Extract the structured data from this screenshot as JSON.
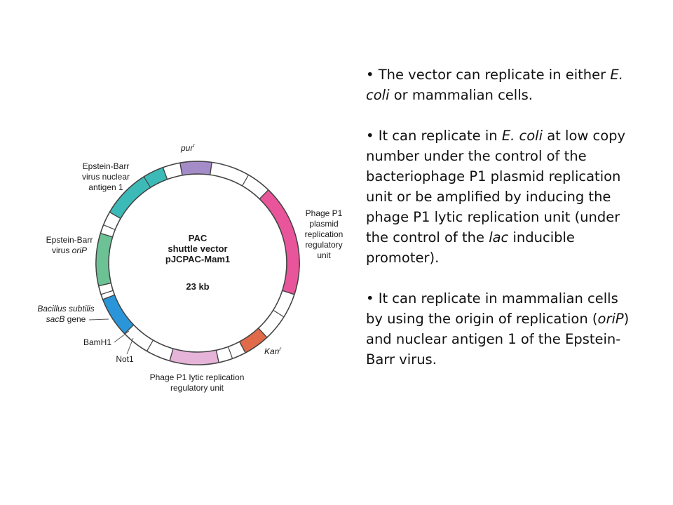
{
  "diagram": {
    "title_lines": [
      "PAC",
      "shuttle vector",
      "pJCPAC-Mam1"
    ],
    "size": "23 kb",
    "labels": {
      "pur": "pur",
      "pur_sup": "r",
      "phage_p1_plasmid": [
        "Phage P1",
        "plasmid",
        "replication",
        "regulatory",
        "unit"
      ],
      "ebna1": [
        "Epstein-Barr",
        "virus nuclear",
        "antigen 1"
      ],
      "orip_line1": "Epstein-Barr",
      "orip_line2_prefix": "virus ",
      "orip_line2_italic": "oriP",
      "sacb_line1": "Bacillus subtilis",
      "sacb_line2_italic": "sacB",
      "sacb_line2_suffix": " gene",
      "bamh1": "BamH1",
      "not1": "Not1",
      "kan": "Kan",
      "kan_sup": "r",
      "lytic": [
        "Phage P1 lytic replication",
        "regulatory unit"
      ]
    },
    "colors": {
      "pur": "#a48cc8",
      "ebna1": "#3cbab8",
      "orip": "#6dc295",
      "sacb": "#2a95d8",
      "lytic": "#e6b4d8",
      "plasmid_unit": "#e9559a",
      "kan": "#e06a4a",
      "ring": "#ffffff",
      "outline": "#444444"
    }
  },
  "bullets": {
    "b1": {
      "t1": "The vector can replicate in either ",
      "t2": "E. coli",
      "t3": " or mammalian cells."
    },
    "b2": {
      "t1": "It can replicate in ",
      "t2": "E. coli",
      "t3": " at low copy number under the control of the bacteriophage P1 plasmid replication unit or be amplified by inducing the phage P1 lytic replication unit (under the control of the ",
      "t4": "lac",
      "t5": " inducible promoter)."
    },
    "b3": {
      "t1": "It can replicate in mammalian cells by using the origin of replication (",
      "t2": "oriP",
      "t3": ") and nuclear antigen 1 of the Epstein-Barr virus."
    }
  }
}
